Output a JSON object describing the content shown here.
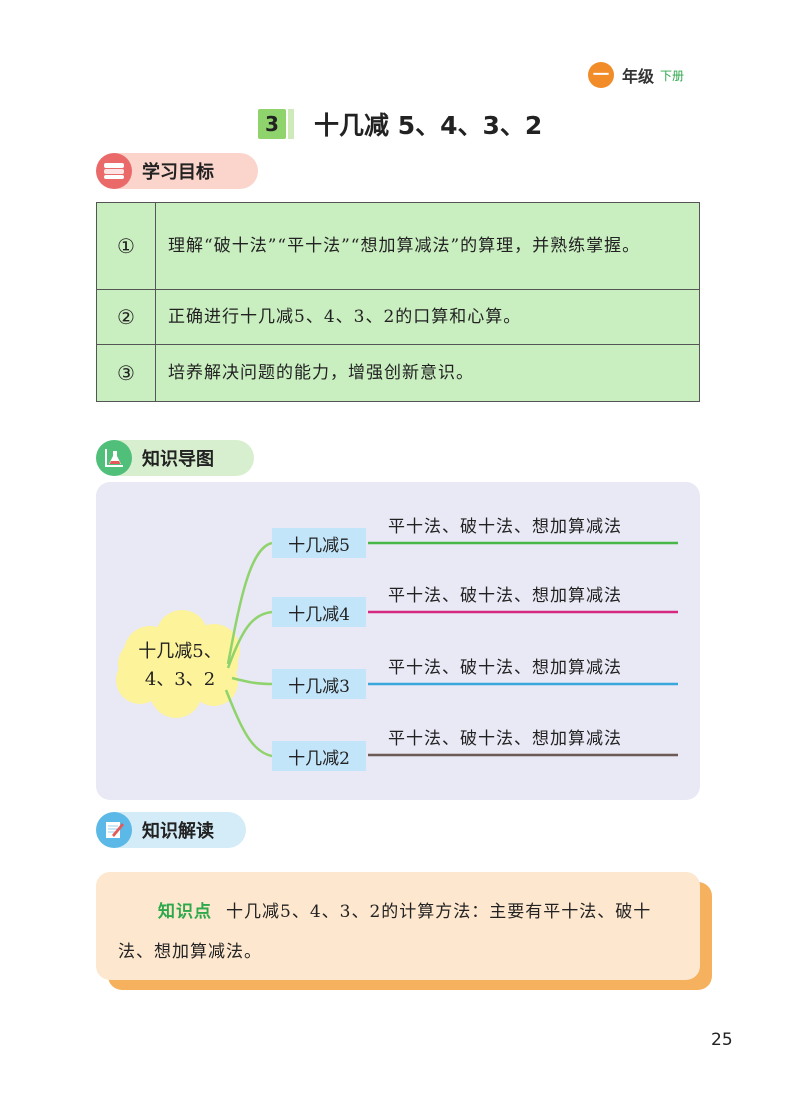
{
  "header": {
    "grade_char": "一",
    "grade_label": "年级",
    "grade_sub": "下册"
  },
  "title": {
    "number": "3",
    "text": "十几减 5、4、3、2"
  },
  "sections": {
    "goals": "学习目标",
    "map": "知识导图",
    "reading": "知识解读"
  },
  "goals": [
    {
      "num": "①",
      "text": "理解“破十法”“平十法”“想加算减法”的算理，并熟练掌握。"
    },
    {
      "num": "②",
      "text": "正确进行十几减5、4、3、2的口算和心算。"
    },
    {
      "num": "③",
      "text": "培养解决问题的能力，增强创新意识。"
    }
  ],
  "mindmap": {
    "center_line1": "十几减5、",
    "center_line2": "4、3、2",
    "branches": [
      {
        "label": "十几减5",
        "methods": "平十法、破十法、想加算减法",
        "color": "#47b847"
      },
      {
        "label": "十几减4",
        "methods": "平十法、破十法、想加算减法",
        "color": "#d6287f"
      },
      {
        "label": "十几减3",
        "methods": "平十法、破十法、想加算减法",
        "color": "#3aa7dc"
      },
      {
        "label": "十几减2",
        "methods": "平十法、破十法、想加算减法",
        "color": "#6b5a55"
      }
    ]
  },
  "knowledge": {
    "label": "知识点",
    "text": "十几减5、4、3、2的计算方法：主要有平十法、破十法、想加算减法。"
  },
  "page_number": "25"
}
